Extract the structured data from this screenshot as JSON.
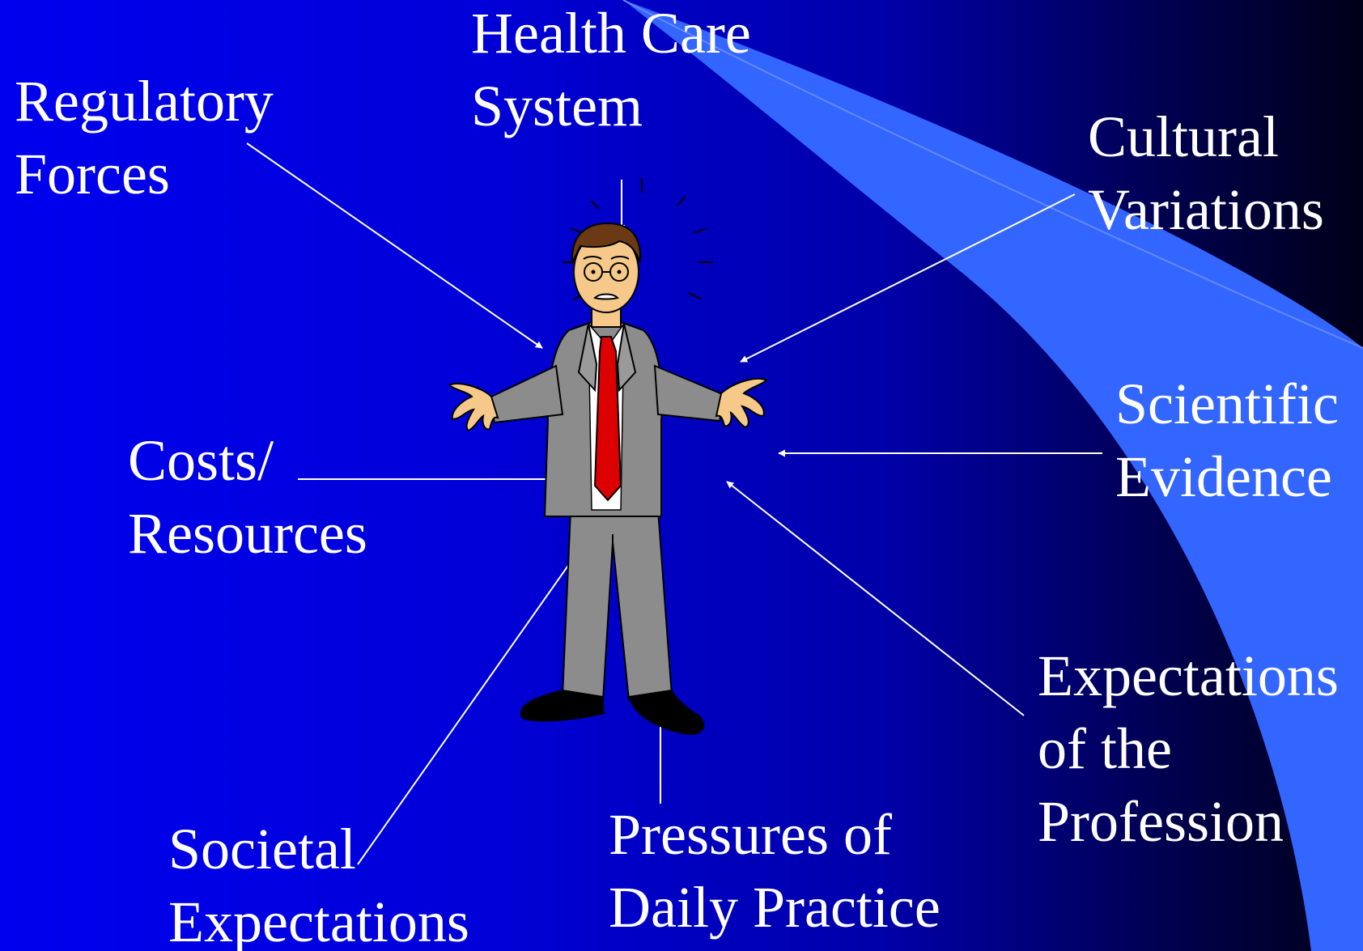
{
  "slide": {
    "background_left": "#0000ee",
    "background_right": "#000018",
    "swoosh_color": "#3366ff",
    "text_color": "#ffffff"
  },
  "labels": {
    "health_care": [
      "Health Care",
      "System"
    ],
    "regulatory": [
      "Regulatory",
      "Forces"
    ],
    "cultural": [
      "Cultural",
      "Variations"
    ],
    "scientific": [
      "Scientific",
      "Evidence"
    ],
    "costs": [
      "Costs/",
      "Resources"
    ],
    "profession": [
      "Expectations",
      "of the",
      "Profession"
    ],
    "societal": [
      "Societal",
      "Expectations"
    ],
    "pressures": [
      "Pressures of",
      "Daily Practice"
    ]
  },
  "figure": {
    "icon": "confused-man-shrugging-icon",
    "suit_color": "#8c8c8c",
    "tie_color": "#dd0000",
    "skin_color": "#f6c98a"
  }
}
